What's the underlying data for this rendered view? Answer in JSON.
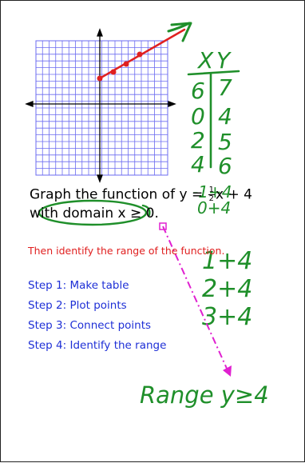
{
  "problem": {
    "line1_prefix": "Graph the function of y = ",
    "frac_num": "1",
    "frac_den": "2",
    "line1_suffix": "x + 4",
    "line2_prefix": "with ",
    "line2_domain": "domain x ≥ 0.",
    "instruction": "Then identify the range of the function."
  },
  "steps": [
    "Step 1: Make table",
    "Step 2: Plot points",
    "Step 3: Connect points",
    "Step 4: Identify the range"
  ],
  "handwriting": {
    "table_header_x": "X",
    "table_header_y": "Y",
    "table_x": [
      "6",
      "0",
      "2",
      "4"
    ],
    "table_y": [
      "7",
      "4",
      "5",
      "6"
    ],
    "work_1": "-1+4",
    "work_2": "0+4",
    "side_work": [
      "1+4",
      "2+4",
      "3+4"
    ],
    "range": "Range y≥4"
  },
  "colors": {
    "ink_green": "#1f8f2a",
    "ink_red": "#e02020",
    "ink_magenta": "#e020d0",
    "grid_blue": "#6b6bf0",
    "step_blue": "#1e2fd6"
  }
}
